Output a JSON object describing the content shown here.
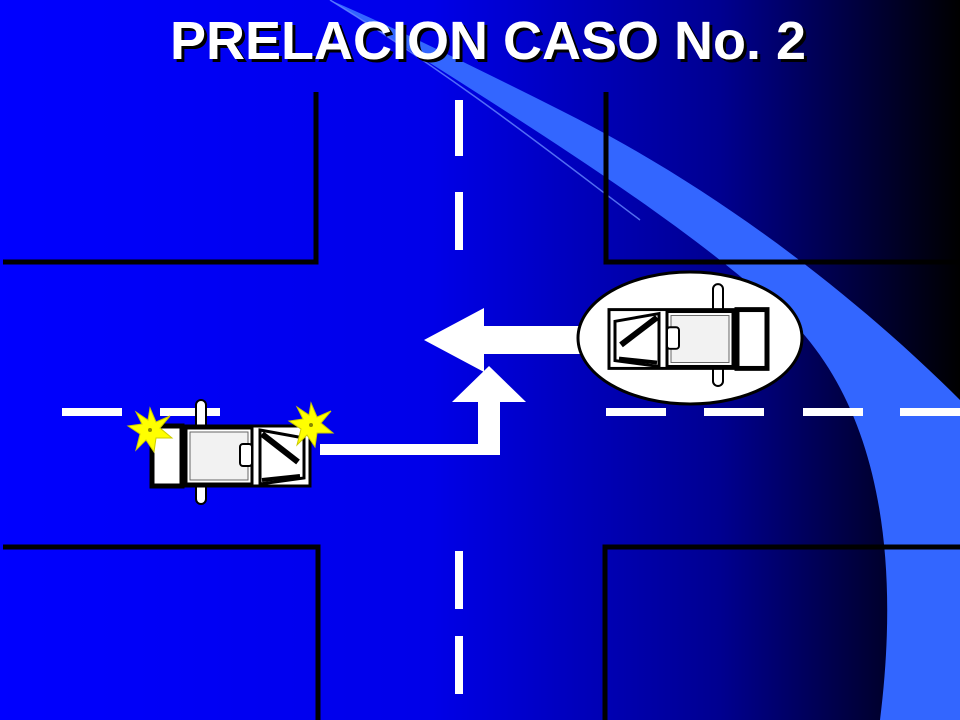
{
  "title": "PRELACION CASO No. 2",
  "colors": {
    "background_light": "#0000ff",
    "background_dark": "#000000",
    "swoosh_light": "#3366ff",
    "road_edge": "#000000",
    "lane_marking": "#ffffff",
    "vehicle_body": "#ffffff",
    "vehicle_outline": "#000000",
    "turn_signal": "#ffff00",
    "highlight_ellipse": "#ffffff"
  },
  "vehicles": [
    {
      "name": "turning-car",
      "heading": "east",
      "turn_signals": true,
      "highlighted": false
    },
    {
      "name": "oncoming-car",
      "heading": "west",
      "turn_signals": false,
      "highlighted": true
    }
  ],
  "arrows": [
    {
      "name": "turn-left-path-arrow",
      "direction": "north"
    },
    {
      "name": "oncoming-path-arrow",
      "direction": "west"
    }
  ]
}
